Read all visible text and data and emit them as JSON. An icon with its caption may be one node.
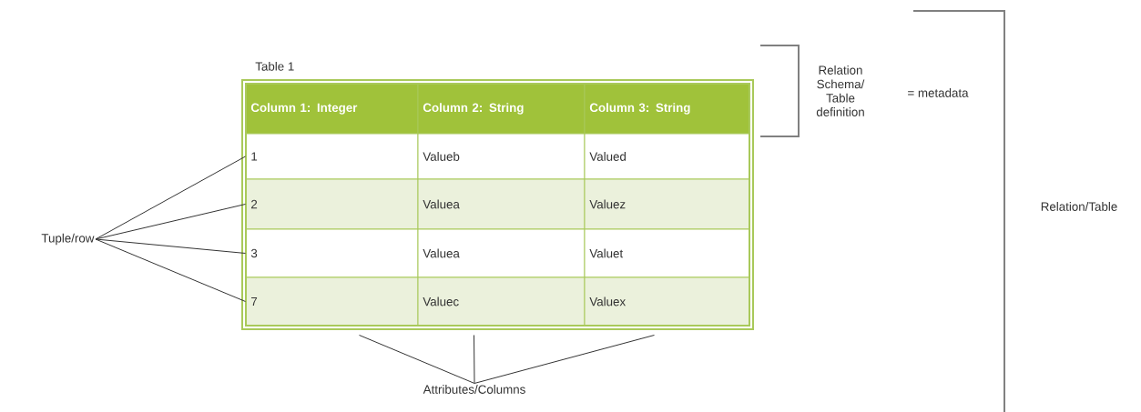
{
  "diagram": {
    "nodes": [
      {
        "text": [
          "Table 1"
        ]
      },
      {
        "text": [
          "Column 1: Integer"
        ],
        "in": 0
      },
      {
        "text": [
          "Column 2:  String"
        ],
        "in": 0
      },
      {
        "text": [
          "Column 3: String"
        ],
        "in": 0
      },
      {
        "text": [
          "1"
        ],
        "in": 0
      },
      {
        "text": [
          "Valueb"
        ],
        "in": 0
      },
      {
        "text": [
          "Valued"
        ],
        "in": 0
      },
      {
        "text": [
          "2"
        ],
        "in": 0
      },
      {
        "text": [
          "Valuea"
        ],
        "in": 0
      },
      {
        "text": [
          "Valuez"
        ],
        "in": 0
      },
      {
        "text": [
          "3"
        ],
        "in": 0
      },
      {
        "text": [
          "Valuea"
        ],
        "in": 0
      },
      {
        "text": [
          "Valuet"
        ],
        "in": 0
      },
      {
        "text": [
          "7"
        ],
        "in": 0
      },
      {
        "text": [
          "Valuec"
        ],
        "in": 0
      },
      {
        "text": [
          "Valuex"
        ],
        "in": 0
      },
      {
        "text": [
          "Tuple/row"
        ]
      },
      {
        "text": [
          "Attributes/Columns"
        ]
      }
    ],
    "edges": [
      {
        "from": 16,
        "to": 4,
        "arrow": "none"
      },
      {
        "from": 16,
        "to": 7,
        "arrow": "none"
      },
      {
        "from": 16,
        "to": 10,
        "arrow": "none"
      },
      {
        "from": 16,
        "to": 13,
        "arrow": "none"
      },
      {
        "from": 17,
        "to": 13,
        "arrow": "none"
      },
      {
        "from": 17,
        "to": 14,
        "arrow": "none"
      },
      {
        "from": 17,
        "to": 15,
        "arrow": "none"
      }
    ],
    "labels": [
      "Relation Schema/ Table definition",
      "= metadata",
      "Relation/Table"
    ]
  }
}
